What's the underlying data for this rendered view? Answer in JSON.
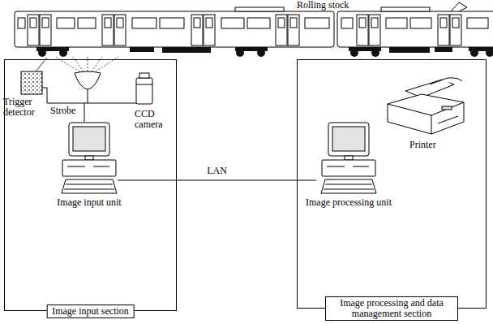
{
  "diagram": {
    "nodes": [
      {
        "text": [
          "Image input section"
        ]
      },
      {
        "text": [
          "Image processing and data management section"
        ]
      },
      {
        "text": [
          "Image input unit"
        ],
        "in": 0
      },
      {
        "text": [
          "Image processing unit"
        ],
        "in": 1
      }
    ],
    "edges": [
      {
        "from": 2,
        "to": 3,
        "arrow": "none",
        "label": "LAN"
      }
    ],
    "labels": [
      "Rolling stock",
      "Trigger detector",
      "Strobe",
      "CCD camera",
      "Printer"
    ]
  }
}
